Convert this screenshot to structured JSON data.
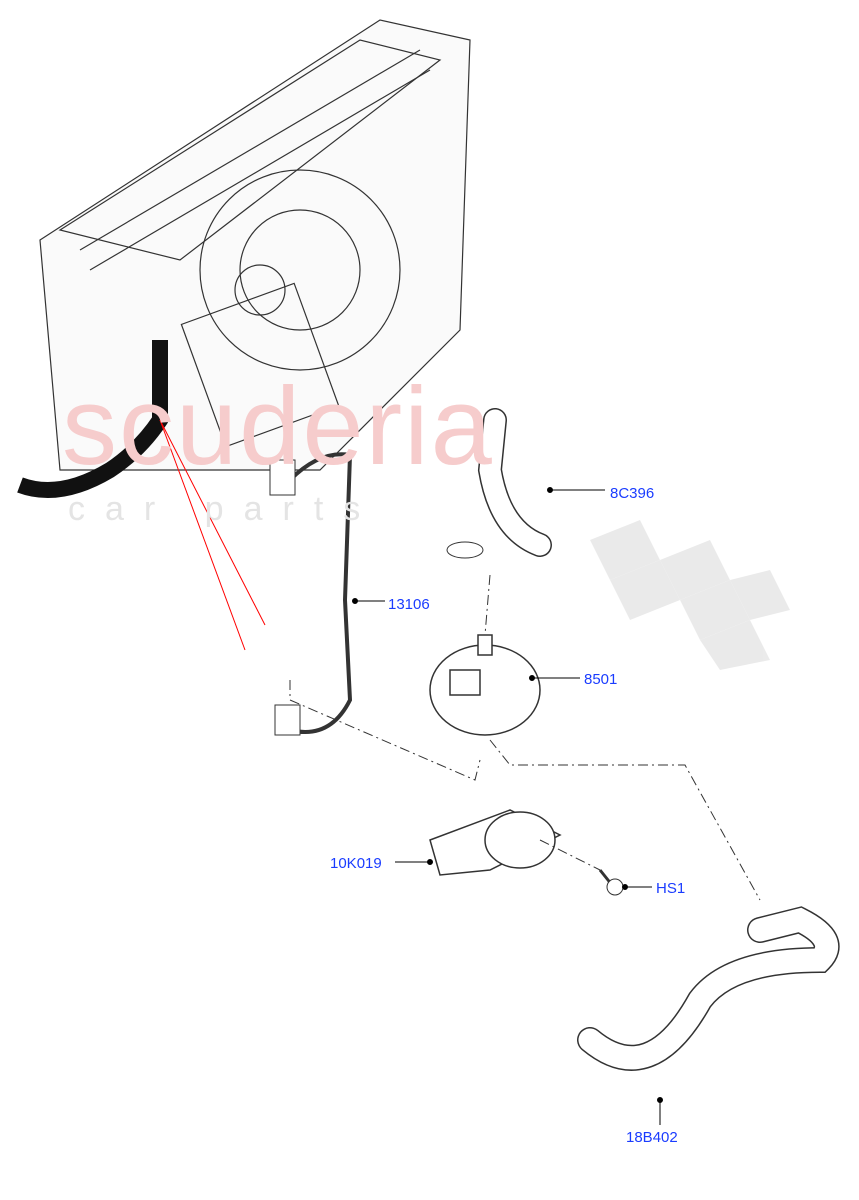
{
  "watermark": {
    "brand": "scuderia",
    "sub": "car parts"
  },
  "callouts": [
    {
      "part": "8C396",
      "name": "coolant-hose-upper"
    },
    {
      "part": "13106",
      "name": "wiring-harness"
    },
    {
      "part": "8501",
      "name": "water-pump"
    },
    {
      "part": "10K019",
      "name": "pump-bracket"
    },
    {
      "part": "HS1",
      "name": "bolt"
    },
    {
      "part": "18B402",
      "name": "coolant-hose-lower"
    }
  ],
  "colors": {
    "label": "#1a3cff",
    "leader": "#000000",
    "watermark": "#f6cccc",
    "highlight_line": "#ff0000"
  }
}
